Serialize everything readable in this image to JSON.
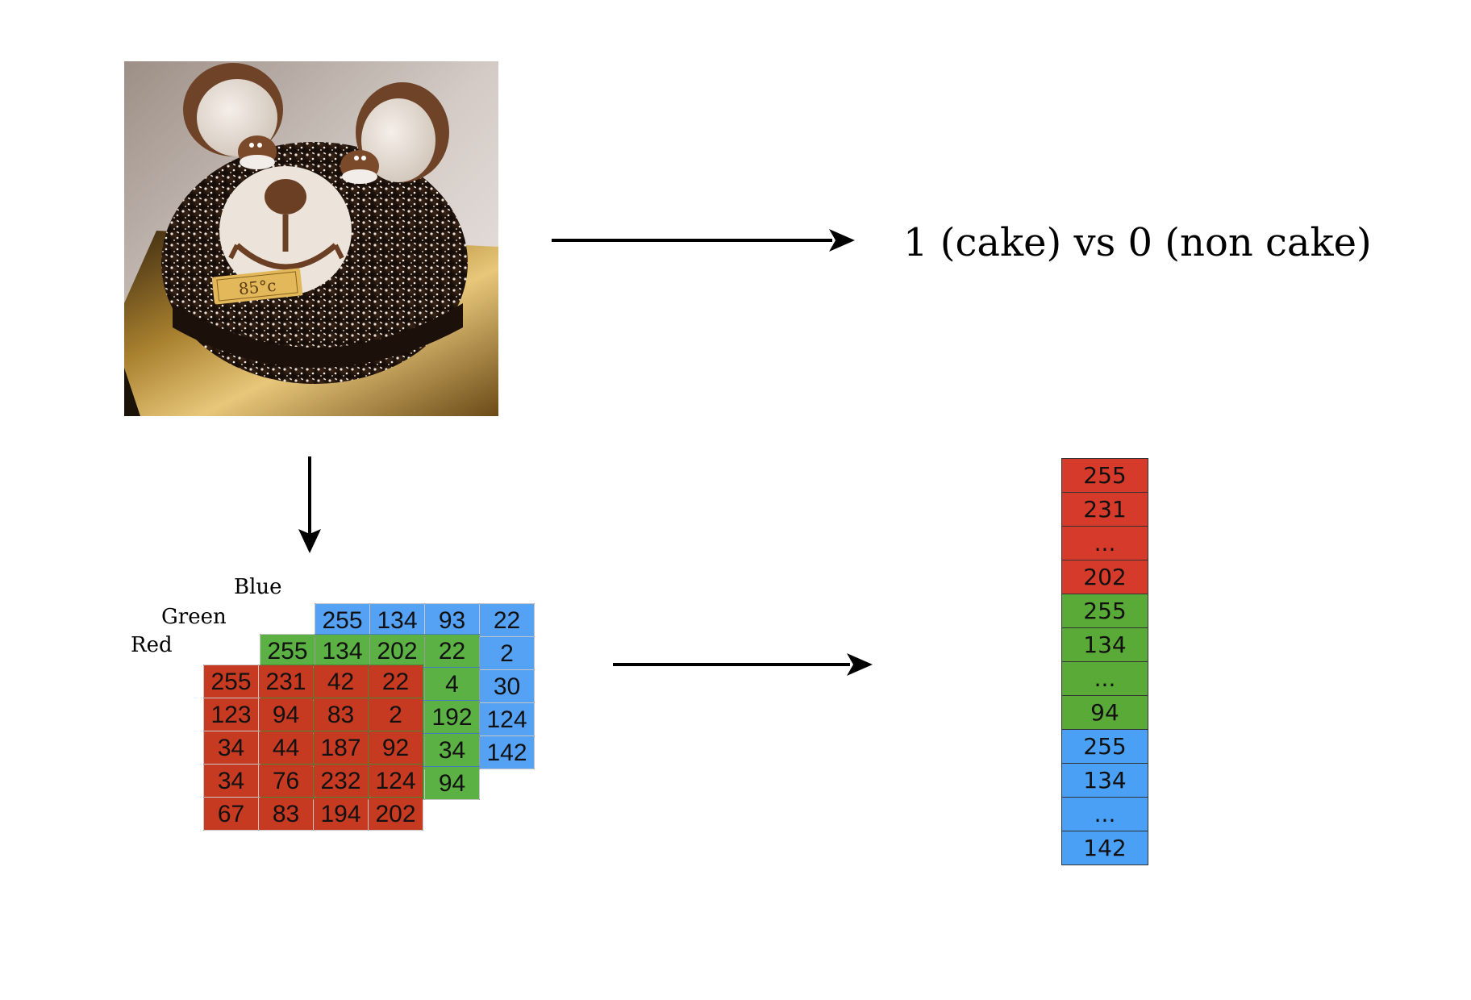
{
  "colors": {
    "red": "#c73a22",
    "green": "#5cb144",
    "blue": "#55a2f5",
    "vector_red": "#d63a2a",
    "vector_green": "#5aaa38",
    "vector_blue": "#4aa0f5",
    "arrow": "#000000"
  },
  "photo": {
    "subject": "bear-shaped chocolate cake",
    "plaque_text": "85°c"
  },
  "outcome_label": "1 (cake) vs 0 (non cake)",
  "channels": {
    "blue": {
      "label": "Blue",
      "values": [
        [
          "255",
          "134",
          "93",
          "22"
        ],
        [
          "",
          "",
          "",
          "2"
        ],
        [
          "",
          "",
          "",
          "30"
        ],
        [
          "",
          "",
          "",
          "124"
        ],
        [
          "",
          "",
          "",
          "142"
        ]
      ]
    },
    "green": {
      "label": "Green",
      "values": [
        [
          "255",
          "134",
          "202",
          "22"
        ],
        [
          "",
          "",
          "",
          "4"
        ],
        [
          "",
          "",
          "",
          "192"
        ],
        [
          "",
          "",
          "",
          "34"
        ],
        [
          "",
          "",
          "",
          "94"
        ]
      ]
    },
    "red": {
      "label": "Red",
      "values": [
        [
          "255",
          "231",
          "42",
          "22"
        ],
        [
          "123",
          "94",
          "83",
          "2"
        ],
        [
          "34",
          "44",
          "187",
          "92"
        ],
        [
          "34",
          "76",
          "232",
          "124"
        ],
        [
          "67",
          "83",
          "194",
          "202"
        ]
      ]
    }
  },
  "vector": [
    {
      "value": "255",
      "channel": "red"
    },
    {
      "value": "231",
      "channel": "red"
    },
    {
      "value": "...",
      "channel": "red"
    },
    {
      "value": "202",
      "channel": "red"
    },
    {
      "value": "255",
      "channel": "green"
    },
    {
      "value": "134",
      "channel": "green"
    },
    {
      "value": "...",
      "channel": "green"
    },
    {
      "value": "94",
      "channel": "green"
    },
    {
      "value": "255",
      "channel": "blue"
    },
    {
      "value": "134",
      "channel": "blue"
    },
    {
      "value": "...",
      "channel": "blue"
    },
    {
      "value": "142",
      "channel": "blue"
    }
  ]
}
